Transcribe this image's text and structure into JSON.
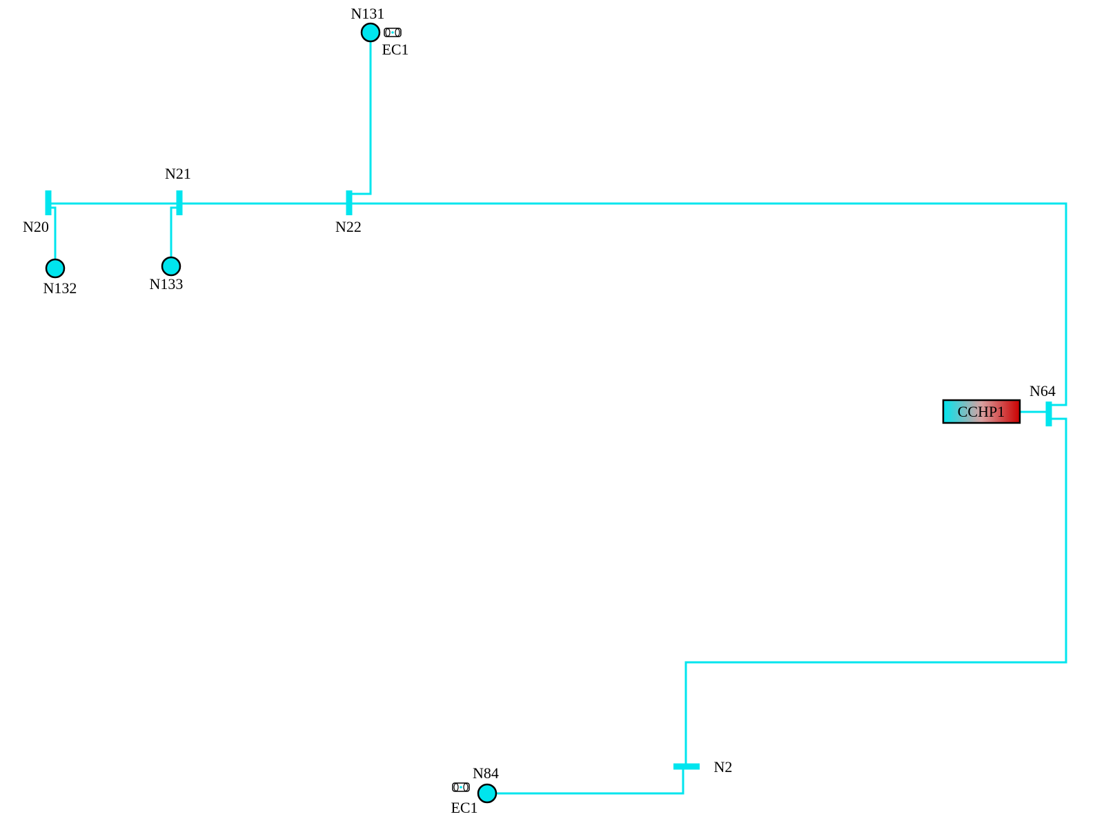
{
  "colors": {
    "pipe": "#00e5ee",
    "node_fill": "#00e5ee",
    "node_stroke": "#000000",
    "cchp_gradient_start": "#00e5ee",
    "cchp_gradient_mid": "#d9a0a0",
    "cchp_gradient_end": "#cc0000"
  },
  "buses": {
    "n20": "N20",
    "n21": "N21",
    "n22": "N22",
    "n64": "N64",
    "n2": "N2"
  },
  "nodes": {
    "n131": "N131",
    "n132": "N132",
    "n133": "N133",
    "n84": "N84"
  },
  "devices": {
    "ec_top": "EC1",
    "ec_bottom": "EC1",
    "cchp": "CCHP1"
  },
  "icons": {
    "ec": "energy-converter-icon",
    "cchp": "cchp-unit-icon"
  }
}
